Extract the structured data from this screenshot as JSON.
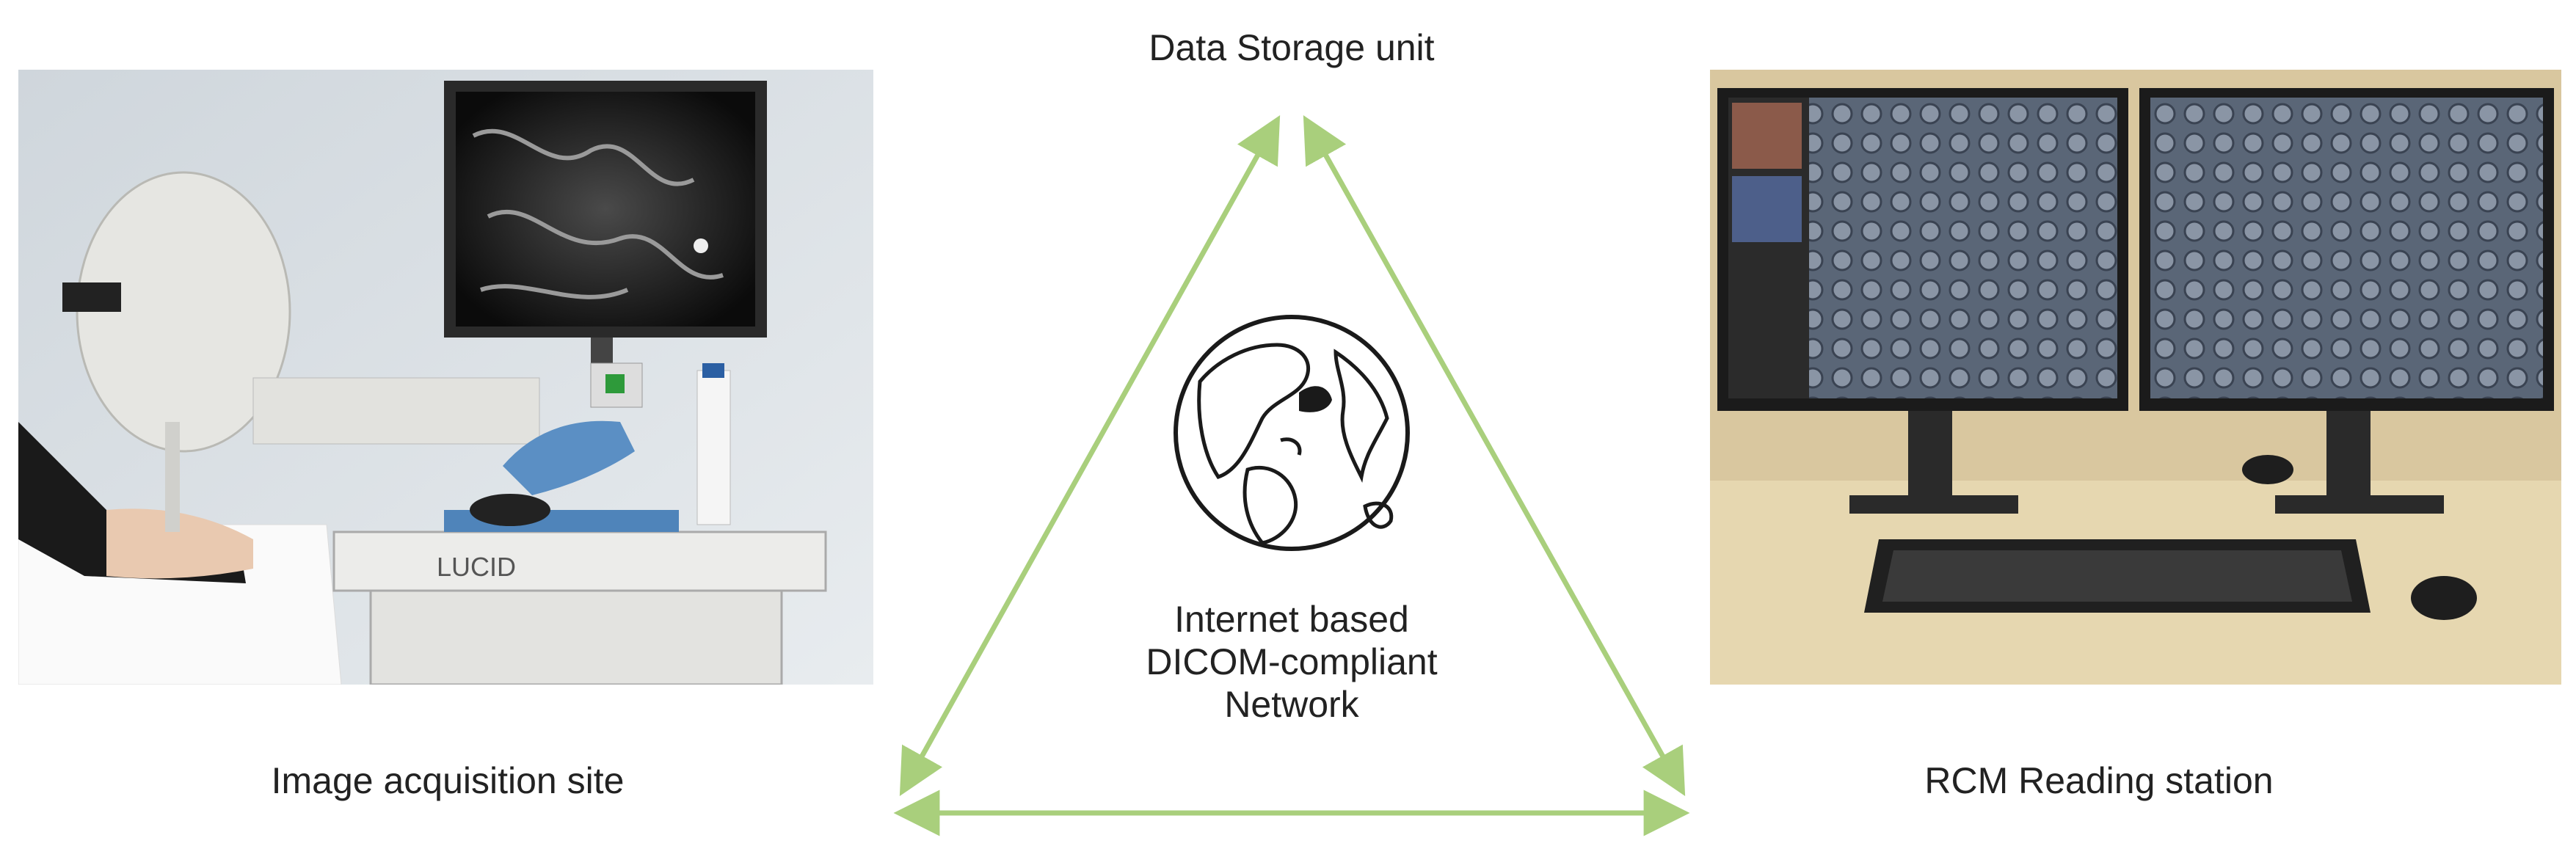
{
  "labels": {
    "data_storage": "Data Storage unit",
    "acquisition_site": "Image acquisition site",
    "reading_station": "RCM Reading station",
    "network_line1": "Internet based",
    "network_line2": "DICOM-compliant",
    "network_line3": "Network"
  },
  "photo_acquisition": {
    "device_logo": "LUCID"
  },
  "colors": {
    "arrow": "#a9cf7c",
    "text": "#222222"
  }
}
